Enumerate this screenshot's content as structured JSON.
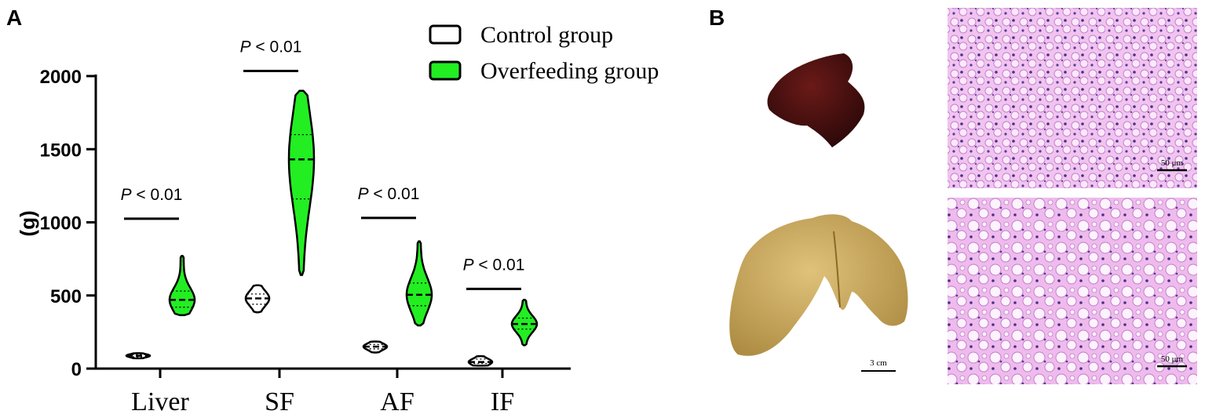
{
  "panels": {
    "a": "A",
    "b": "B"
  },
  "chart_data": {
    "type": "violin",
    "ylabel": "(g)",
    "ylim": [
      0,
      2000
    ],
    "yticks": [
      "0",
      "500",
      "1000",
      "1500",
      "2000"
    ],
    "categories": [
      "Liver",
      "SF",
      "AF",
      "IF"
    ],
    "series": [
      {
        "name": "Control group",
        "color": "#ffffff",
        "violins": [
          {
            "category": "Liver",
            "min": 70,
            "max": 105,
            "median": 88,
            "q1": 80,
            "q3": 95
          },
          {
            "category": "SF",
            "min": 385,
            "max": 570,
            "median": 480,
            "q1": 440,
            "q3": 510
          },
          {
            "category": "AF",
            "min": 110,
            "max": 185,
            "median": 150,
            "q1": 135,
            "q3": 165
          },
          {
            "category": "IF",
            "min": 20,
            "max": 85,
            "median": 45,
            "q1": 35,
            "q3": 65
          }
        ]
      },
      {
        "name": "Overfeeding group",
        "color": "#22ee22",
        "violins": [
          {
            "category": "Liver",
            "min": 365,
            "max": 770,
            "median": 470,
            "q1": 420,
            "q3": 530
          },
          {
            "category": "SF",
            "min": 640,
            "max": 1900,
            "median": 1430,
            "q1": 1160,
            "q3": 1600
          },
          {
            "category": "AF",
            "min": 295,
            "max": 870,
            "median": 505,
            "q1": 430,
            "q3": 585
          },
          {
            "category": "IF",
            "min": 160,
            "max": 470,
            "median": 305,
            "q1": 270,
            "q3": 345
          }
        ]
      }
    ],
    "annotations": [
      {
        "category": "Liver",
        "y": 1025,
        "text_prefix": "P",
        "text_rest": " < 0.01"
      },
      {
        "category": "SF",
        "y": 2035,
        "text_prefix": "P",
        "text_rest": " < 0.01"
      },
      {
        "category": "AF",
        "y": 1030,
        "text_prefix": "P",
        "text_rest": " < 0.01"
      },
      {
        "category": "IF",
        "y": 545,
        "text_prefix": "P",
        "text_rest": " < 0.01"
      }
    ],
    "legend_position": "top-right"
  },
  "photos": {
    "normal_liver_color": "#3a0c0c",
    "fatty_liver_color": "#c9aa5a",
    "histology_color": "#e6a6e2",
    "scale_labels": {
      "gross": "3 cm",
      "histology_top": "50 μm",
      "histology_bottom": "50 μm"
    }
  }
}
